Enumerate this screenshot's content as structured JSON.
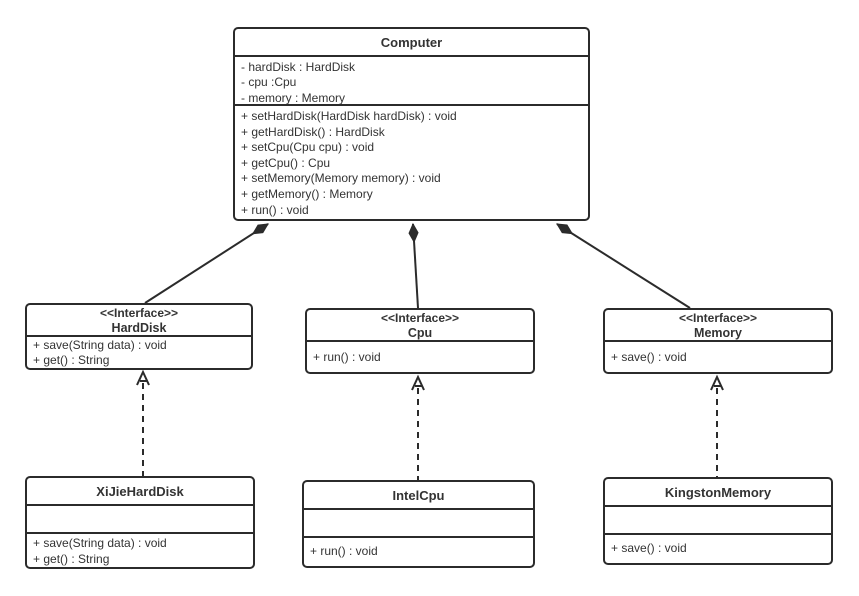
{
  "diagram": {
    "type": "uml-class-diagram",
    "background_color": "#ffffff",
    "line_color": "#2b2b2b",
    "text_color": "#333333"
  },
  "classes": {
    "computer": {
      "name": "Computer",
      "fields": [
        "- hardDisk : HardDisk",
        "- cpu :Cpu",
        "- memory : Memory"
      ],
      "methods": [
        "+ setHardDisk(HardDisk hardDisk) : void",
        "+ getHardDisk() : HardDisk",
        "+ setCpu(Cpu cpu) : void",
        "+ getCpu() : Cpu",
        "+ setMemory(Memory memory) : void",
        "+ getMemory() : Memory",
        "+ run() : void"
      ]
    },
    "harddisk": {
      "stereotype": "<<Interface>>",
      "name": "HardDisk",
      "methods": [
        "+ save(String data) : void",
        "+ get() : String"
      ]
    },
    "cpu": {
      "stereotype": "<<Interface>>",
      "name": "Cpu",
      "methods": [
        "+ run() : void"
      ]
    },
    "memory": {
      "stereotype": "<<Interface>>",
      "name": "Memory",
      "methods": [
        "+ save() : void"
      ]
    },
    "xijie": {
      "name": "XiJieHardDisk",
      "fields": [],
      "methods": [
        "+ save(String data) : void",
        "+ get() : String"
      ]
    },
    "intelcpu": {
      "name": "IntelCpu",
      "fields": [],
      "methods": [
        "+ run() : void"
      ]
    },
    "kingston": {
      "name": "KingstonMemory",
      "fields": [],
      "methods": [
        "+ save() : void"
      ]
    }
  },
  "relationships": [
    {
      "type": "composition",
      "from": "Computer",
      "to": "HardDisk"
    },
    {
      "type": "composition",
      "from": "Computer",
      "to": "Cpu"
    },
    {
      "type": "composition",
      "from": "Computer",
      "to": "Memory"
    },
    {
      "type": "realization",
      "from": "XiJieHardDisk",
      "to": "HardDisk"
    },
    {
      "type": "realization",
      "from": "IntelCpu",
      "to": "Cpu"
    },
    {
      "type": "realization",
      "from": "KingstonMemory",
      "to": "Memory"
    }
  ]
}
